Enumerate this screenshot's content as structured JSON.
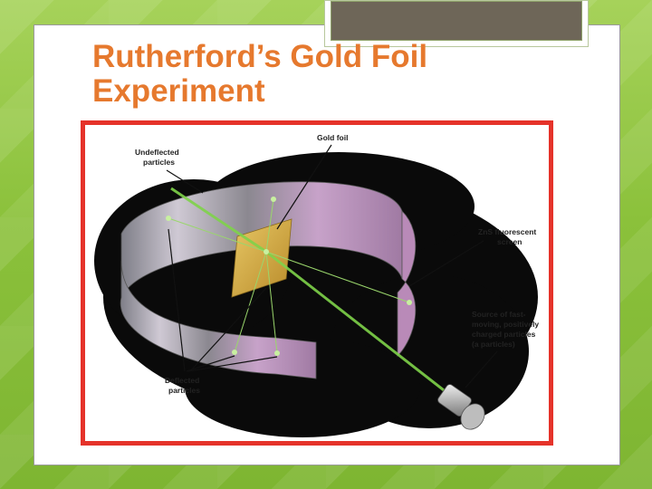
{
  "slide": {
    "title": "Rutherford’s Gold Foil Experiment"
  },
  "diagram": {
    "labels": {
      "gold_foil": "Gold foil",
      "undeflected_1": "Undeflected",
      "undeflected_2": "particles",
      "screen_1": "ZnS fluorescent",
      "screen_2": "screen",
      "source_1": "Source of fast-",
      "source_2": "moving, positively",
      "source_3": "charged particles",
      "source_4": "(a  particles)",
      "deflected_1": "Deflected",
      "deflected_2": "particles"
    },
    "colors": {
      "frame": "#e5332a",
      "title": "#e6792e",
      "beam": "#7fd34a",
      "foil": "#d8b34a",
      "screen": "#b98ab8"
    }
  }
}
